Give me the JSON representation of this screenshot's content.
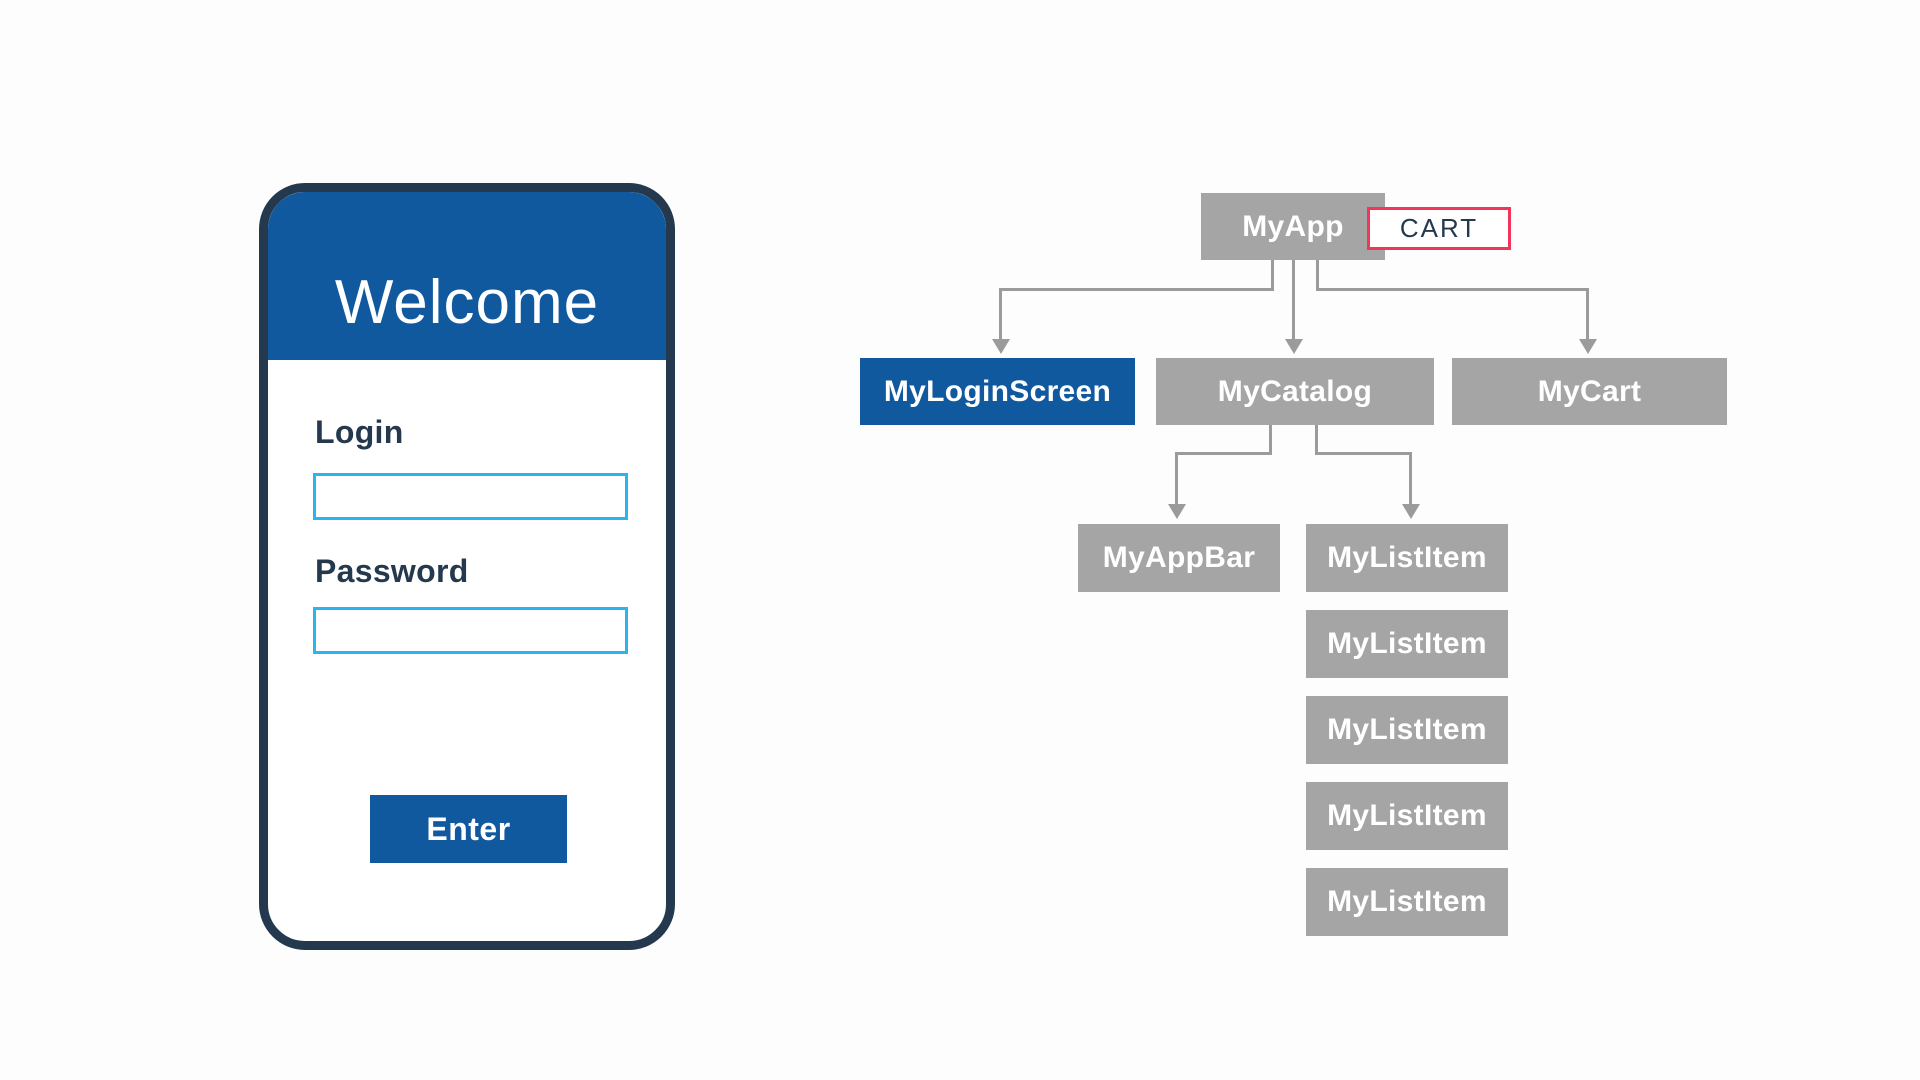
{
  "phone": {
    "header_title": "Welcome",
    "login_label": "Login",
    "login_value": "",
    "password_label": "Password",
    "password_value": "",
    "enter_button": "Enter"
  },
  "tree": {
    "root": {
      "label": "MyApp"
    },
    "cart_tag": {
      "label": "CART"
    },
    "children": [
      {
        "label": "MyLoginScreen",
        "highlighted": true
      },
      {
        "label": "MyCatalog",
        "highlighted": false
      },
      {
        "label": "MyCart",
        "highlighted": false
      }
    ],
    "catalog_children": [
      {
        "label": "MyAppBar"
      },
      {
        "label": "MyListItem"
      }
    ],
    "list_items": [
      "MyListItem",
      "MyListItem",
      "MyListItem",
      "MyListItem"
    ]
  },
  "colors": {
    "primary_blue": "#11599E",
    "accent_cyan": "#2CB4EE",
    "node_gray": "#A5A5A5",
    "line_gray": "#9B9B9B",
    "cart_pink": "#F2355B",
    "dark_navy": "#24384E",
    "bg_white": "#FDFDFD"
  }
}
